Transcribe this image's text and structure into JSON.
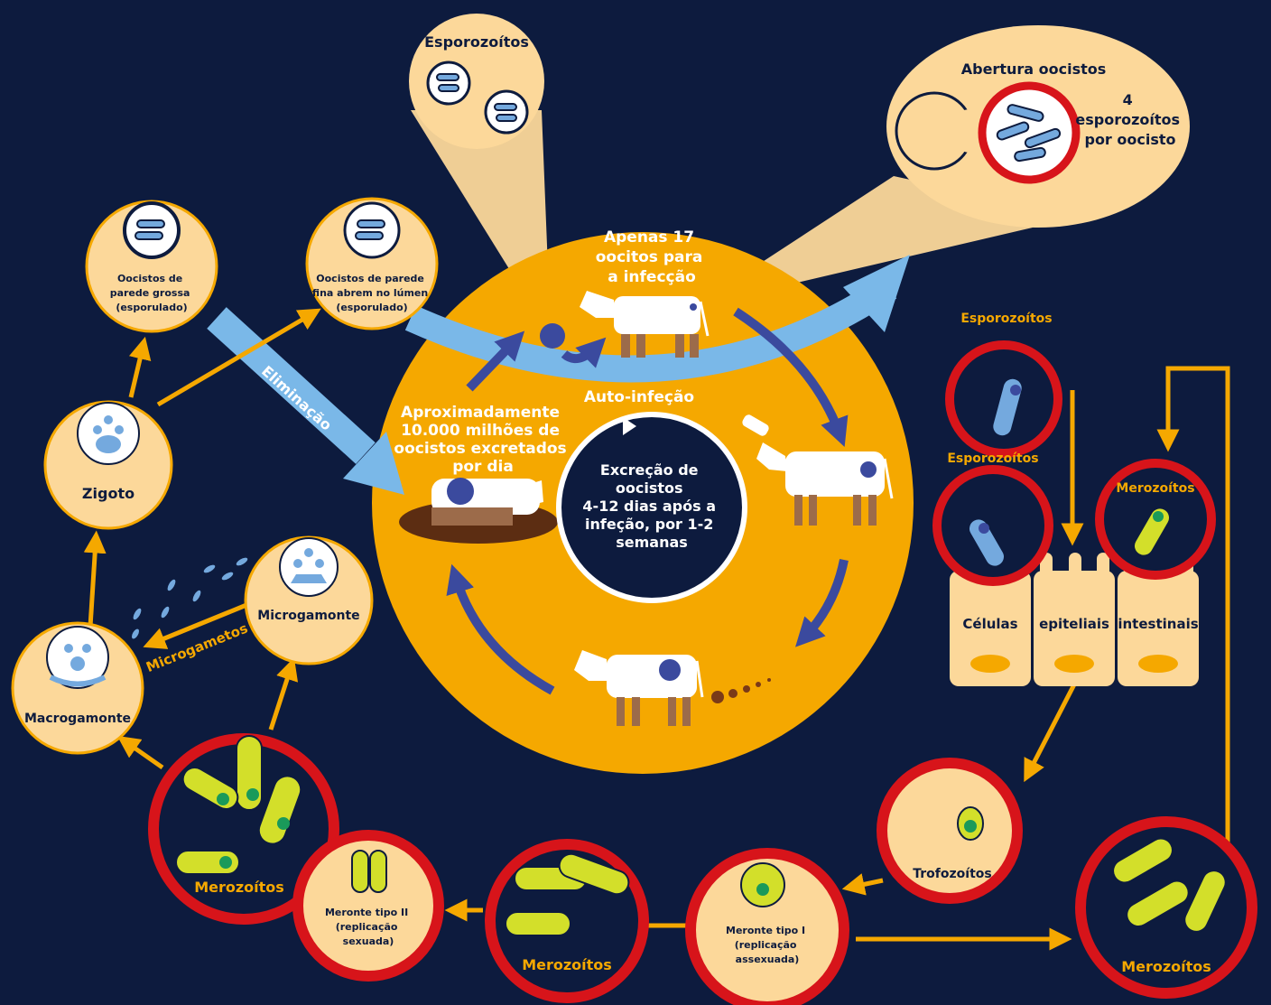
{
  "colors": {
    "background": "#0d1b3e",
    "center_disc": "#f5a800",
    "node_fill": "#fcd89a",
    "arrow_orange": "#f5a800",
    "arrow_blue": "#7ab8e8",
    "arrow_navy": "#3b4a9e",
    "highlight_ring": "#d7141a",
    "parasite_green": "#d3df2a",
    "parasite_blue": "#74a9de"
  },
  "center": {
    "infection": "Apenas 17 oocitos para a infecção",
    "autoinfection": "Auto-infeção",
    "excreted": "Aproximadamente 10.000 milhões de oocistos excretados por dia",
    "excretion_period": "Excreção de oocistos 4-12 dias após a infeção, por 1-2 semanas"
  },
  "callouts": {
    "sporozoites": "Esporozoítos",
    "opening_title": "Abertura oocistos",
    "opening_detail": "4 esporozoítos por oocisto"
  },
  "stages": {
    "thick_wall": "Oocistos de parede grossa (esporulado)",
    "thin_wall": "Oocistos de parede fina abrem no lúmen (esporulado)",
    "zygote": "Zigoto",
    "microgamont": "Microgamonte",
    "macrogamont": "Macrogamonte",
    "meront_2": "Meronte tipo II (replicação sexuada)",
    "meront_1": "Meronte tipo I (replicação assexuada)",
    "trophozoites": "Trofozoítos"
  },
  "arrow_labels": {
    "elimination": "Eliminação",
    "microgametes": "Microgametos"
  },
  "epithelium": {
    "sporozoites_a": "Esporozoítos",
    "sporozoites_b": "Esporozoítos",
    "merozoites": "Merozoítos",
    "cell_1": "Células",
    "cell_2": "epiteliais",
    "cell_3": "intestinais"
  },
  "merozoites": {
    "left": "Merozoítos",
    "bottom": "Merozoítos",
    "right": "Merozoítos"
  }
}
